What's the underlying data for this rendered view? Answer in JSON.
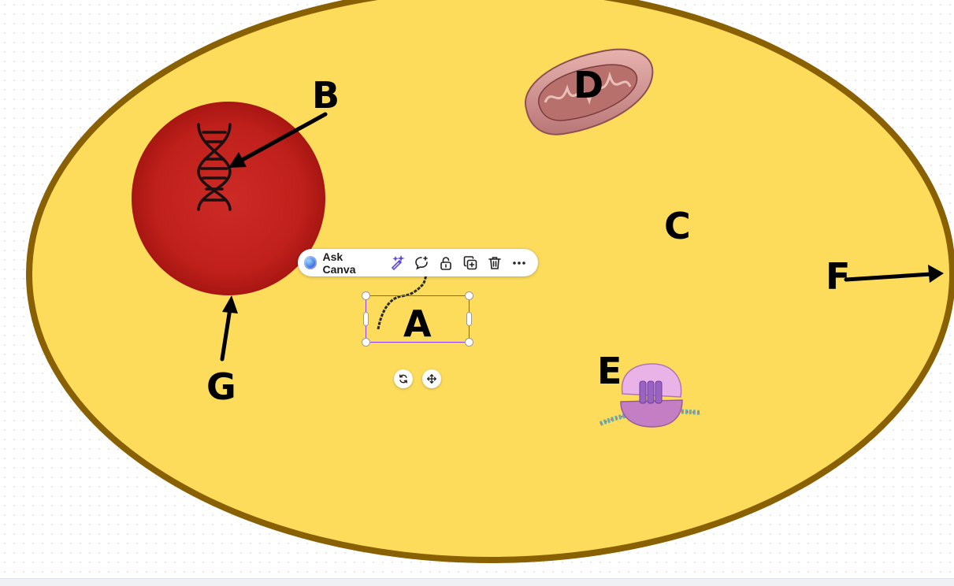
{
  "labels": {
    "A": "A",
    "B": "B",
    "C": "C",
    "D": "D",
    "E": "E",
    "F": "F",
    "G": "G"
  },
  "toolbar": {
    "ask_label": "Ask Canva",
    "buttons": [
      "magic-edit-icon",
      "comment-icon",
      "lock-icon",
      "duplicate-icon",
      "trash-icon",
      "more-icon"
    ]
  },
  "selection_controls": [
    "rotate-icon",
    "move-icon"
  ],
  "colors": {
    "cytoplasm": "#fddc5c",
    "cell_membrane": "#8a6102",
    "nucleus": "#c41e1a",
    "selection": "#8b3dff",
    "ribosome": "#e8a8e0",
    "mitochondrion": "#c98a8a"
  }
}
